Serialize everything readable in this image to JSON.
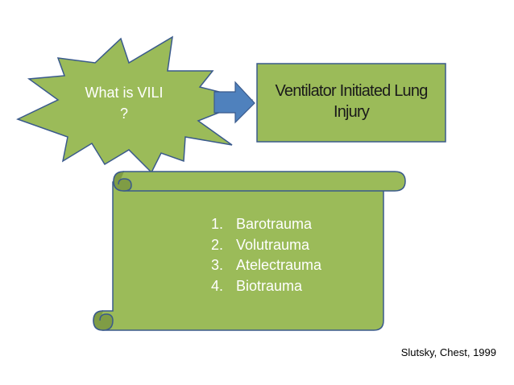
{
  "colors": {
    "shape_fill": "#9BBB59",
    "shape_outline": "#3A5A8C",
    "arrow_fill": "#4F81BD",
    "text_light": "#FFFFFF",
    "text_dark": "#1A1A1A"
  },
  "burst": {
    "line1": "What is VILI",
    "line2": "?"
  },
  "arrow": {
    "icon": "right-arrow"
  },
  "definition_box": {
    "line1": "Ventilator Initiated Lung",
    "line2": "Injury"
  },
  "scroll": {
    "items": [
      {
        "number": "1.",
        "label": "Barotrauma"
      },
      {
        "number": "2.",
        "label": "Volutrauma"
      },
      {
        "number": "3.",
        "label": "Atelectrauma"
      },
      {
        "number": "4.",
        "label": "Biotrauma"
      }
    ]
  },
  "citation": "Slutsky, Chest, 1999"
}
